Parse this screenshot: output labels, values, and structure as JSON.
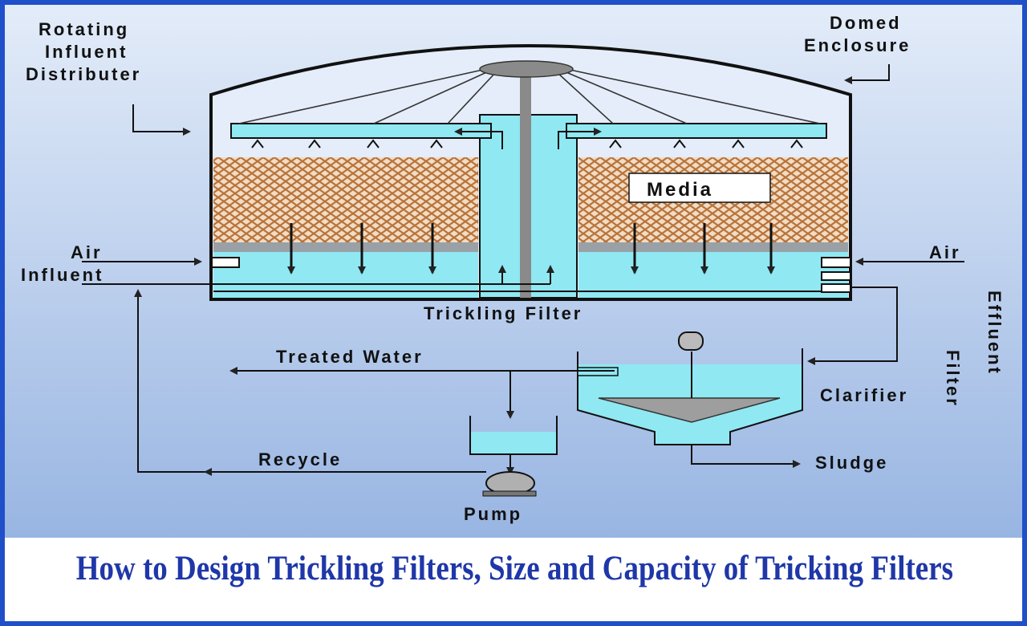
{
  "caption": "How to Design Trickling Filters, Size and Capacity of Tricking Filters",
  "labels": {
    "rotating_distributor": [
      "Rotating",
      "Influent",
      "Distributer"
    ],
    "domed_enclosure": [
      "Domed",
      "Enclosure"
    ],
    "media": "Media",
    "air_left": "Air",
    "air_right": "Air",
    "influent": "Influent",
    "trickling_filter": "Trickling Filter",
    "filter_effluent": [
      "Filter",
      "Effluent"
    ],
    "treated_water": "Treated Water",
    "clarifier": "Clarifier",
    "sludge": "Sludge",
    "recycle": "Recycle",
    "pump": "Pump"
  },
  "colors": {
    "frame": "#1f4fc9",
    "background_top": "#dfe9f8",
    "background_bottom": "#9bb7e3",
    "water": "#8fe8f2",
    "media": "#c68a52",
    "metal": "#8a8a8a",
    "caption": "#1f37a8"
  }
}
